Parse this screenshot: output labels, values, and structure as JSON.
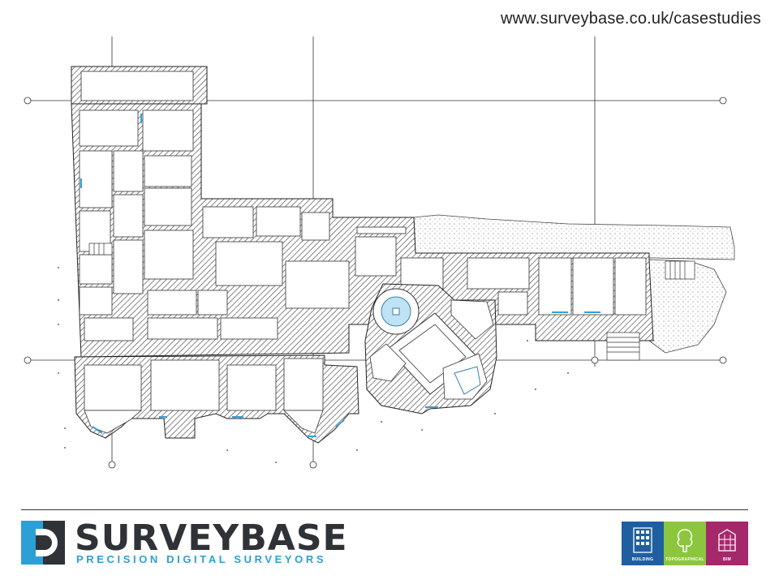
{
  "header": {
    "url": "www.surveybase.co.uk/casestudies"
  },
  "brand": {
    "name": "SURVEYBASE",
    "tagline": "PRECISION DIGITAL SURVEYORS",
    "colors": {
      "dark": "#2f3236",
      "blue": "#2b9fd6"
    }
  },
  "badges": [
    {
      "label": "BUILDING",
      "icon": "building-icon",
      "color": "#1f5fa0"
    },
    {
      "label": "TOPOGRAPHICAL",
      "icon": "tree-icon",
      "color": "#8cc63f"
    },
    {
      "label": "BIM",
      "icon": "bim-icon",
      "color": "#a4286a"
    }
  ]
}
